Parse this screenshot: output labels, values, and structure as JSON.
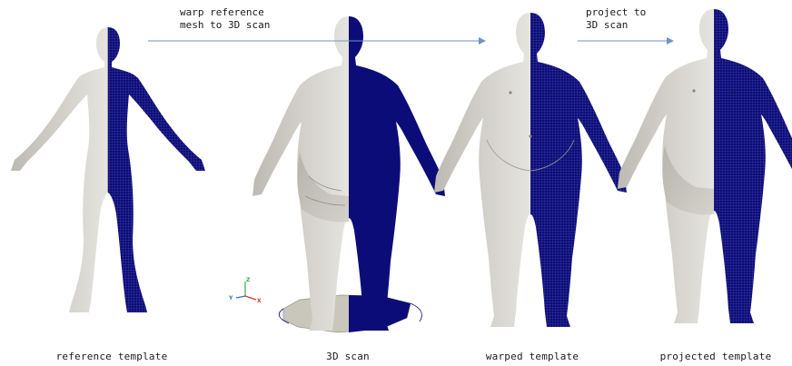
{
  "figure": {
    "captions": {
      "reference": "reference template",
      "scan": "3D scan",
      "warped": "warped template",
      "projected": "projected template"
    },
    "steps": {
      "warp": "warp reference\nmesh to 3D scan",
      "project": "project to\n3D scan"
    },
    "axes": {
      "x": "X",
      "y": "Y",
      "z": "Z"
    }
  },
  "colors": {
    "skin": "#dcdad4",
    "mesh": "#0c0c78",
    "arrow": "#6f93c9",
    "platform": "#c9c6bc"
  }
}
